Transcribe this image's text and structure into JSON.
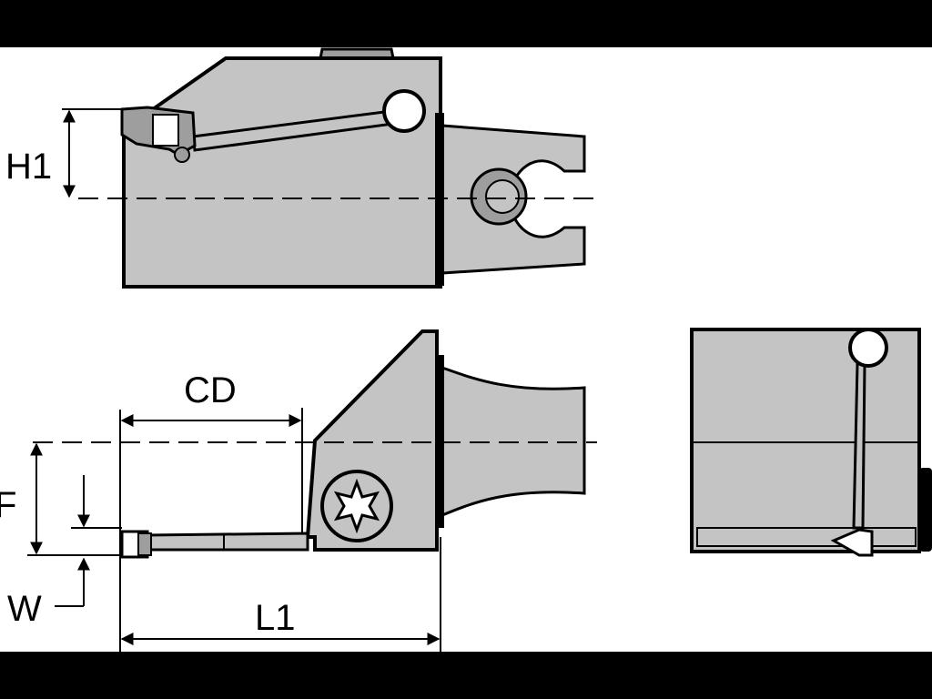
{
  "colors": {
    "background": "#ffffff",
    "frame": "#000000",
    "part_fill": "#c4c4c4",
    "part_shade": "#9e9e9e",
    "outline": "#000000"
  },
  "labels": {
    "h1": "H1",
    "cd": "CD",
    "f": "F",
    "w": "W",
    "l1": "L1"
  },
  "views": {
    "top": "top-view",
    "front": "front-view",
    "end": "end-view"
  },
  "icons": {
    "torx": "torx-screw-icon",
    "clamp": "clamp-lever-icon"
  }
}
